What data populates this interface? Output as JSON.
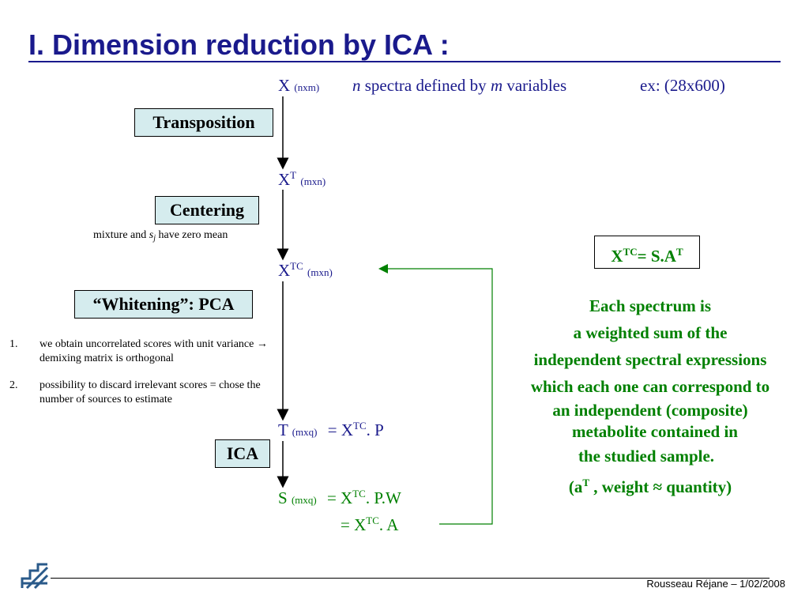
{
  "title": "I.  Dimension reduction by ICA :",
  "top_line": {
    "matrix": "X",
    "matrix_sub": "(nxm)",
    "n": "n",
    "text1": " spectra defined by ",
    "m": "m",
    "text2": " variables",
    "example": "ex: (28x600)"
  },
  "steps": {
    "transposition": "Transposition",
    "centering": "Centering",
    "centering_note_pre": "mixture and ",
    "centering_note_s": "s",
    "centering_note_j": "j",
    "centering_note_post": " have zero mean",
    "whitening": "“Whitening”: PCA",
    "whitening_notes": [
      {
        "num": "1.",
        "text": "we obtain uncorrelated scores with unit variance → demixing matrix is orthogonal"
      },
      {
        "num": "2.",
        "text": "possibility to discard irrelevant scores = chose  the number of sources to estimate"
      }
    ],
    "ica": "ICA"
  },
  "matrices": {
    "xt": "X",
    "xt_sup": "T",
    "xt_sub": "(mxn)",
    "xtc": "X",
    "xtc_sup": "TC",
    "xtc_sub": "(mxn)",
    "t": "T",
    "t_sub": "(mxq)",
    "t_eq": "= X",
    "t_eq_sup": "TC",
    "t_eq_tail": ". P",
    "s": "S",
    "s_sub": "(mxq)",
    "s_eq": "= X",
    "s_eq_sup": "TC",
    "s_eq_tail": ". P.W",
    "s_eq2": "= X",
    "s_eq2_sup": "TC",
    "s_eq2_tail": ". A"
  },
  "formula": {
    "lhs": "X",
    "lhs_sup": "TC",
    "rhs": "= S.A",
    "rhs_sup": "T"
  },
  "description": {
    "lines": [
      "Each spectrum is",
      "a weighted sum of the",
      "independent spectral expressions",
      "which each one can correspond to",
      "an independent (composite)",
      "metabolite contained in",
      "the studied sample."
    ],
    "last_pre": "(a",
    "last_sup": "T",
    "last_post": " , weight ≈ quantity)"
  },
  "footer": "Rousseau Réjane – 1/02/2008",
  "colors": {
    "title": "#1a1a8c",
    "green": "#008000",
    "box_fill": "#d5ecee"
  },
  "logo_icon": "stair-grid-logo-icon"
}
